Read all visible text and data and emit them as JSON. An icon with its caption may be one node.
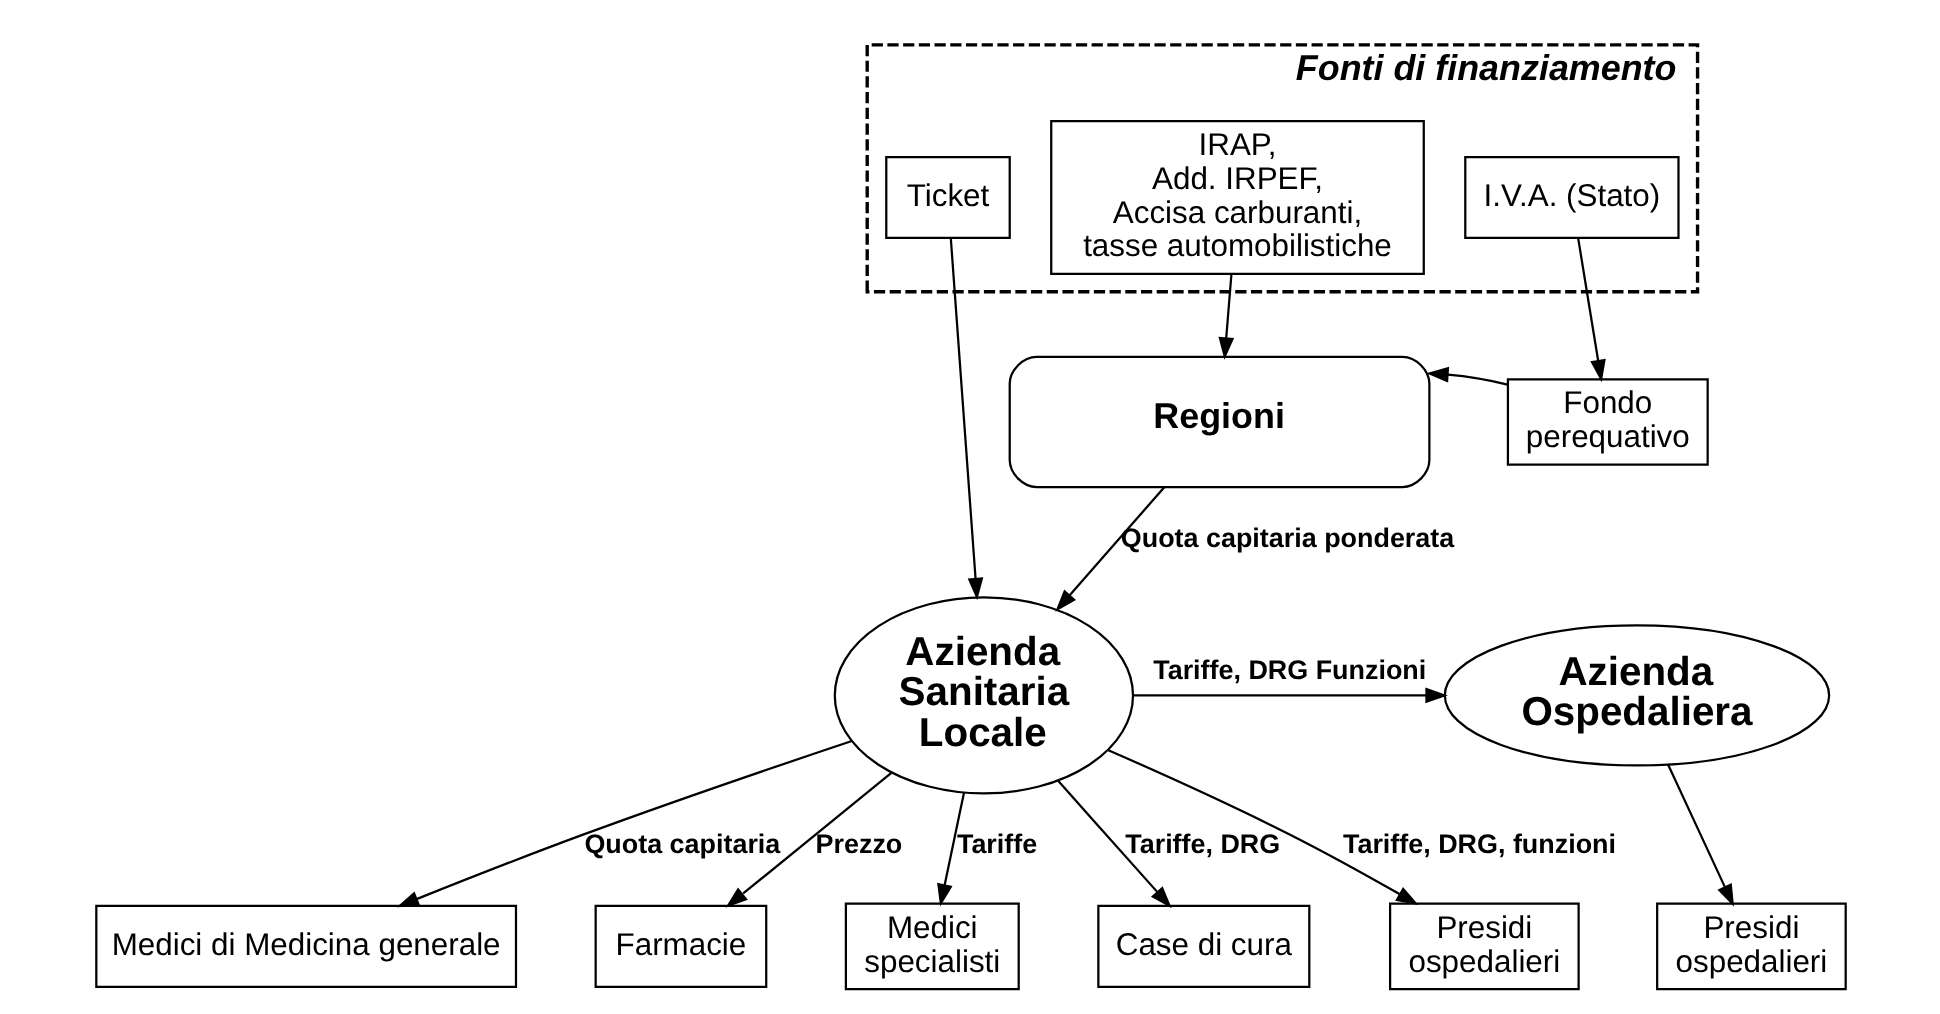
{
  "diagram": {
    "nodes": [
      {
        "text": [
          "Fonti di finanziamento"
        ]
      },
      {
        "text": [
          "Ticket"
        ],
        "in": 0
      },
      {
        "text": [
          "IRAP, Add. IRPEF, Accisa carburanti, tasse automobilistiche"
        ],
        "in": 0
      },
      {
        "text": [
          "I.V.A. (Stato)"
        ],
        "in": 0
      },
      {
        "text": [
          "Regioni"
        ]
      },
      {
        "text": [
          "Fondo perequativo"
        ]
      },
      {
        "text": [
          "Azienda Sanitaria Locale"
        ]
      },
      {
        "text": [
          "Azienda Ospedaliera"
        ]
      },
      {
        "text": [
          "Medici di Medicina generale"
        ]
      },
      {
        "text": [
          "Farmacie"
        ]
      },
      {
        "text": [
          "Medici specialisti"
        ]
      },
      {
        "text": [
          "Case di cura"
        ]
      },
      {
        "text": [
          "Presidi ospedalieri"
        ]
      },
      {
        "text": [
          "Presidi ospedalieri"
        ]
      }
    ],
    "edges": [
      {
        "from": 1,
        "to": 6,
        "arrow": "to"
      },
      {
        "from": 2,
        "to": 4,
        "arrow": "to"
      },
      {
        "from": 3,
        "to": 5,
        "arrow": "to"
      },
      {
        "from": 5,
        "to": 4,
        "arrow": "to"
      },
      {
        "from": 4,
        "to": 6,
        "arrow": "to",
        "label": "Quota capitaria ponderata"
      },
      {
        "from": 6,
        "to": 7,
        "arrow": "to",
        "label": "Tariffe, DRG Funzioni"
      },
      {
        "from": 6,
        "to": 8,
        "arrow": "to",
        "label": "Quota capitaria"
      },
      {
        "from": 6,
        "to": 9,
        "arrow": "to",
        "label": "Prezzo"
      },
      {
        "from": 6,
        "to": 10,
        "arrow": "to",
        "label": "Tariffe"
      },
      {
        "from": 6,
        "to": 11,
        "arrow": "to",
        "label": "Tariffe, DRG"
      },
      {
        "from": 6,
        "to": 12,
        "arrow": "to",
        "label": "Tariffe, DRG, funzioni"
      },
      {
        "from": 7,
        "to": 13,
        "arrow": "to"
      }
    ]
  }
}
